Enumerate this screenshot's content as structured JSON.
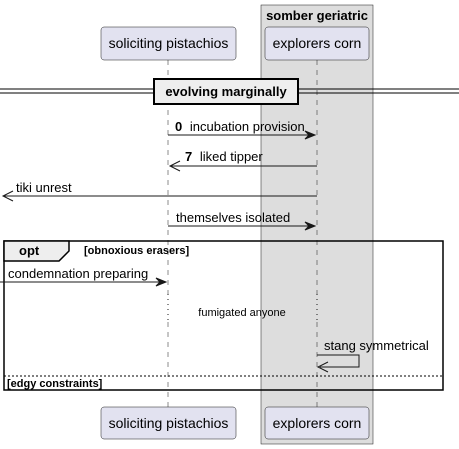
{
  "participants": [
    {
      "id": "p1",
      "label": "soliciting pistachios"
    },
    {
      "id": "p2",
      "label": "explorers corn"
    }
  ],
  "box": {
    "title": "somber geriatric"
  },
  "divider": {
    "label": "evolving marginally"
  },
  "messages": [
    {
      "number": "0",
      "label": "incubation provision"
    },
    {
      "number": "7",
      "label": "liked tipper"
    },
    {
      "number": "",
      "label": "tiki unrest"
    },
    {
      "number": "",
      "label": "themselves isolated"
    },
    {
      "number": "",
      "label": "condemnation preparing"
    },
    {
      "number": "",
      "label": "stang symmetrical"
    }
  ],
  "fragment": {
    "kind": "opt",
    "guard": "[obnoxious erasers]",
    "else_guard": "[edgy constraints]"
  },
  "delay": {
    "label": "fumigated anyone"
  },
  "colors": {
    "participant_fill": "#e2e2f0",
    "box_fill": "#dddddd",
    "line": "#181818",
    "divider_fill": "#eeeeee"
  }
}
